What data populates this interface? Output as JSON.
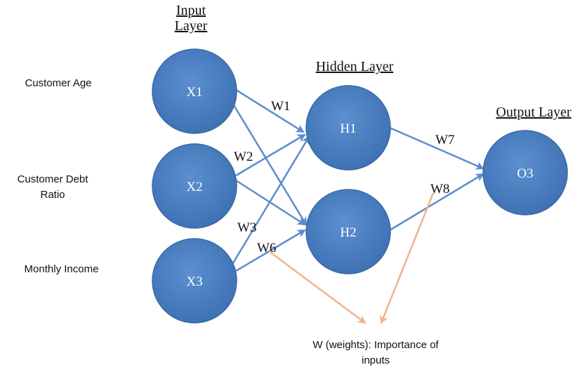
{
  "layers": {
    "input_title_line1": "Input",
    "input_title_line2": "Layer",
    "hidden_title": "Hidden Layer",
    "output_title": "Output Layer"
  },
  "input_labels": {
    "age": "Customer Age",
    "debt_line1": "Customer Debt",
    "debt_line2": "Ratio",
    "income": "Monthly Income"
  },
  "nodes": {
    "x1": "X1",
    "x2": "X2",
    "x3": "X3",
    "h1": "H1",
    "h2": "H2",
    "o3": "O3"
  },
  "weights": {
    "w1": "W1",
    "w2": "W2",
    "w3": "W3",
    "w6": "W6",
    "w7": "W7",
    "w8": "W8"
  },
  "note": {
    "line1": "W (weights): Importance of",
    "line2": "inputs"
  },
  "colors": {
    "node_fill": "#4f81bd",
    "node_stroke": "#3a6aa3",
    "edge": "#5b8ccf",
    "annotation_arrow": "#f2b48a"
  }
}
